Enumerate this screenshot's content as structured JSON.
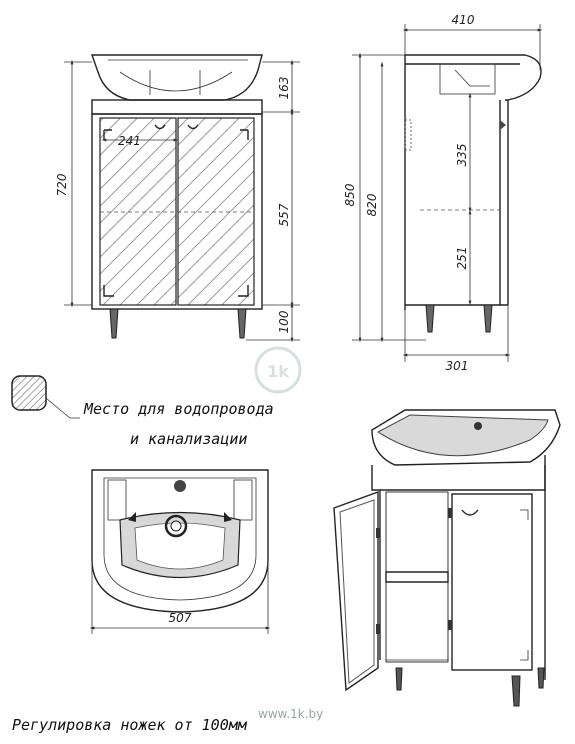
{
  "dimensions": {
    "front_offset": "241",
    "front_height_total": "720",
    "front_sink_height": "163",
    "front_body_height": "557",
    "front_legs": "100",
    "side_width": "410",
    "side_height_total": "850",
    "side_height_body": "820",
    "side_upper": "335",
    "side_lower": "251",
    "side_depth": "301",
    "top_width": "507"
  },
  "notes": {
    "plumbing_line1": "Место для водопровода",
    "plumbing_line2": "и канализации",
    "legs_adjust": "Регулировка ножек от 100мм"
  },
  "watermark": "www.1k.by"
}
